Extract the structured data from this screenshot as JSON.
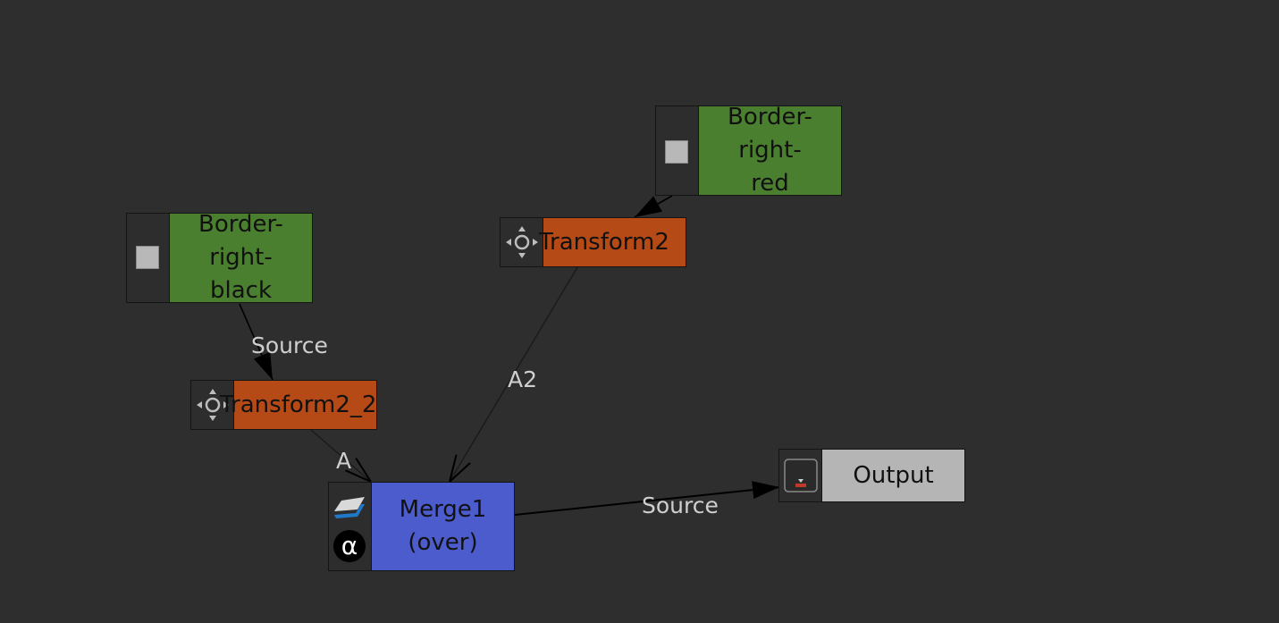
{
  "graph": {
    "nodes": [
      {
        "id": "border_black",
        "label": "Border-right-\nblack",
        "kind": "generator",
        "color": "#4a7f2f",
        "icon": "square-icon"
      },
      {
        "id": "border_red",
        "label": "Border-right-\nred",
        "kind": "generator",
        "color": "#4a7f2f",
        "icon": "square-icon"
      },
      {
        "id": "transform2",
        "label": "Transform2",
        "kind": "transform",
        "color": "#b64a17",
        "icon": "move-icon"
      },
      {
        "id": "transform2_2",
        "label": "Transform2_2",
        "kind": "transform",
        "color": "#b64a17",
        "icon": "move-icon"
      },
      {
        "id": "merge1",
        "label": "Merge1\n(over)",
        "kind": "merge",
        "color": "#4d5ccc",
        "icon": "layers-icon"
      },
      {
        "id": "output",
        "label": "Output",
        "kind": "output",
        "color": "#b5b5b5",
        "icon": "output-icon"
      }
    ],
    "edges": [
      {
        "from": "border_black",
        "to": "transform2_2",
        "label": "Source"
      },
      {
        "from": "border_red",
        "to": "transform2",
        "label": ""
      },
      {
        "from": "transform2_2",
        "to": "merge1",
        "label": "A"
      },
      {
        "from": "transform2",
        "to": "merge1",
        "label": "A2"
      },
      {
        "from": "merge1",
        "to": "output",
        "label": "Source"
      }
    ]
  }
}
